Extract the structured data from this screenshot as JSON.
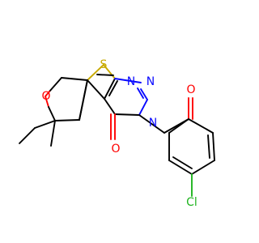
{
  "atoms": {
    "S": {
      "text": "S",
      "color": "#c8aa00"
    },
    "N_top_left": {
      "text": "N",
      "color": "#0a0aff"
    },
    "N_top_right": {
      "text": "N",
      "color": "#0a0aff"
    },
    "N_ring": {
      "text": "N",
      "color": "#0a0aff"
    },
    "O_pyran": {
      "text": "O",
      "color": "#ff0000"
    },
    "O_carbonyl": {
      "text": "O",
      "color": "#ff0000"
    },
    "O_ketone": {
      "text": "O",
      "color": "#ff0000"
    },
    "Cl": {
      "text": "Cl",
      "color": "#1fb41f"
    }
  }
}
